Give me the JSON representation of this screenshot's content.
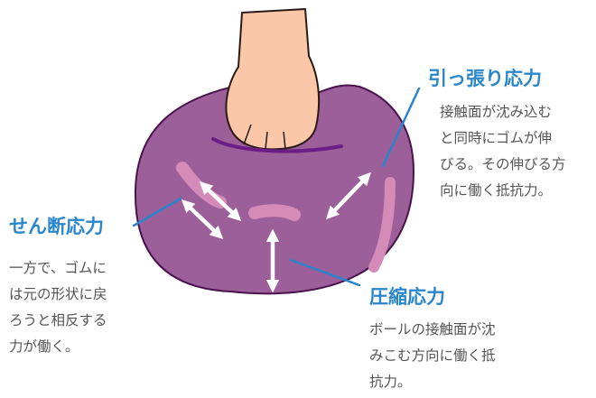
{
  "tension": {
    "title": "引っ張り応力",
    "lines": [
      "接触面が沈み込む",
      "と同時にゴムが伸",
      "びる。その伸びる方",
      "向に働く抵抗力。"
    ]
  },
  "shear": {
    "title": "せん断応力",
    "lines": [
      "一方で、ゴムに",
      "は元の形状に戻",
      "ろうと相反する",
      "力が働く。"
    ]
  },
  "compression": {
    "title": "圧縮応力",
    "lines": [
      "ボールの接触面が沈",
      "みこむ方向に働く抵",
      "抗力。"
    ]
  },
  "colors": {
    "label_blue": "#2a86cc",
    "ball": "#9c5f9a",
    "ball_outline": "#49134d",
    "indent_line": "#6b1f86",
    "highlight": "#d58bb7",
    "hand": "#fbc7a9",
    "arrow": "#ffffff",
    "body_text": "#555555"
  },
  "icons": {
    "force_arrow": "double-headed-arrow"
  }
}
